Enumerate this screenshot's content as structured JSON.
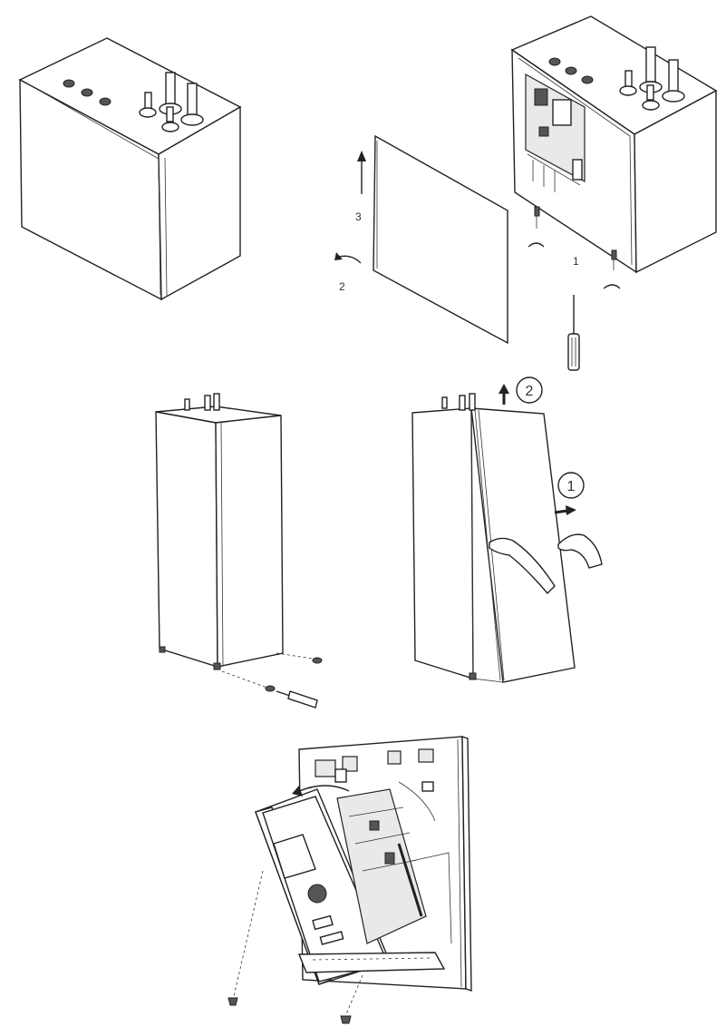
{
  "steps": {
    "panel_top": {
      "step1": "1",
      "step2": "2",
      "step3": "3"
    },
    "panel_middle": {
      "step1": "1",
      "step2": "2"
    }
  }
}
